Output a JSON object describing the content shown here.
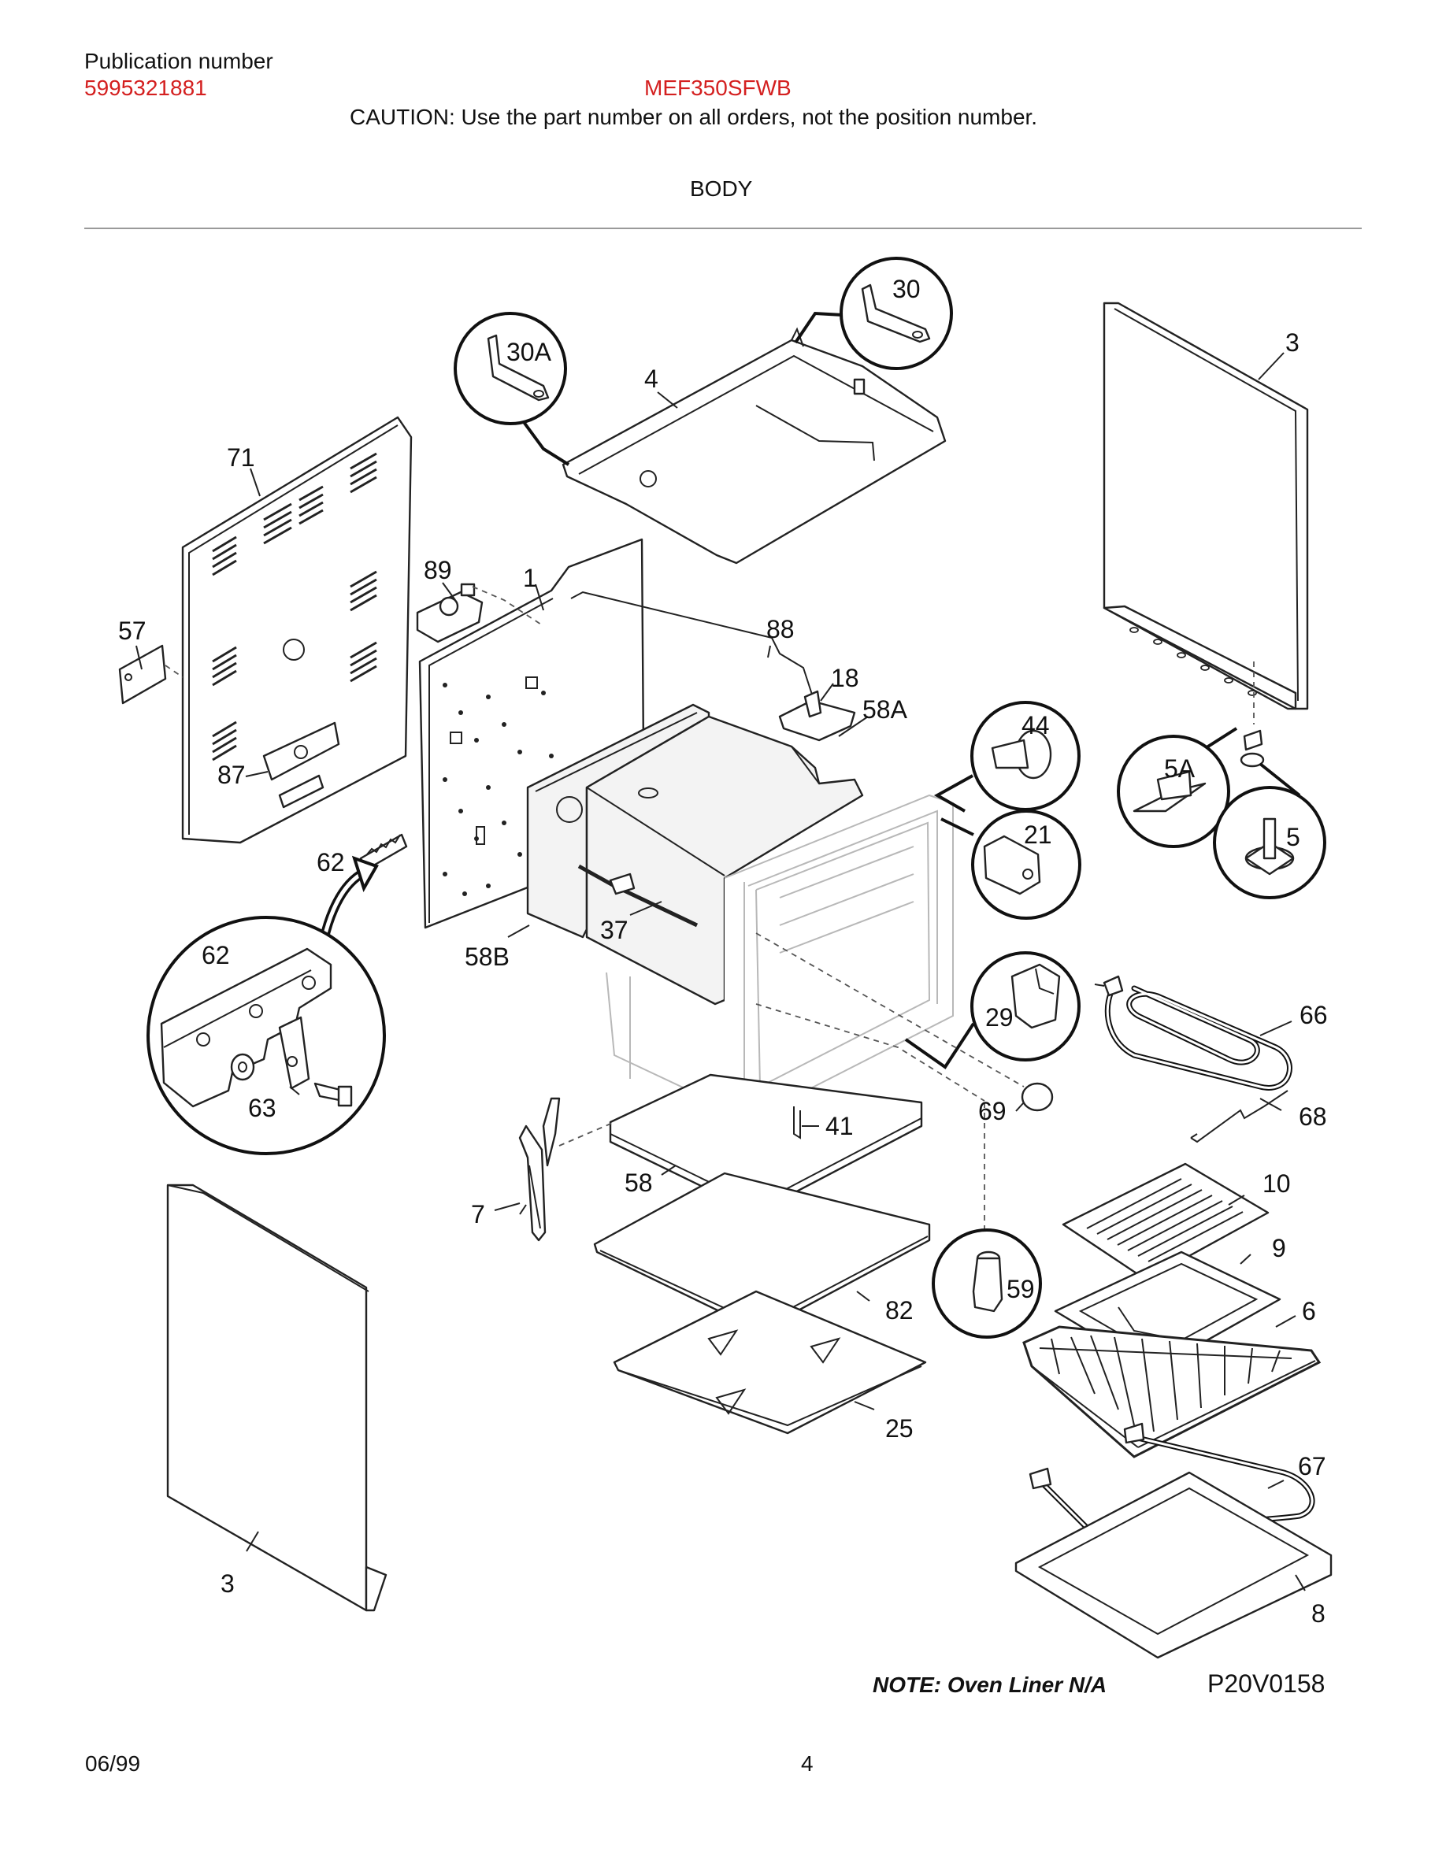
{
  "header": {
    "publication_label": "Publication number",
    "publication_number": "5995321881",
    "model": "MEF350SFWB",
    "caution": "CAUTION:  Use the part number on all orders, not the position number.",
    "section_title": "BODY"
  },
  "callouts": {
    "c1": "1",
    "c3_top": "3",
    "c3_bottom": "3",
    "c4": "4",
    "c5": "5",
    "c5A": "5A",
    "c6": "6",
    "c7": "7",
    "c8": "8",
    "c9": "9",
    "c10": "10",
    "c18": "18",
    "c21": "21",
    "c25": "25",
    "c29": "29",
    "c30": "30",
    "c30A": "30A",
    "c37": "37",
    "c41": "41",
    "c44": "44",
    "c57": "57",
    "c58": "58",
    "c58A": "58A",
    "c58B": "58B",
    "c59": "59",
    "c62_small": "62",
    "c62_detail": "62",
    "c63": "63",
    "c66": "66",
    "c67": "67",
    "c68": "68",
    "c69": "69",
    "c71": "71",
    "c82": "82",
    "c87": "87",
    "c88": "88",
    "c89": "89"
  },
  "note": "NOTE:  Oven Liner N/A",
  "figure_code": "P20V0158",
  "footer": {
    "date": "06/99",
    "page": "4"
  }
}
